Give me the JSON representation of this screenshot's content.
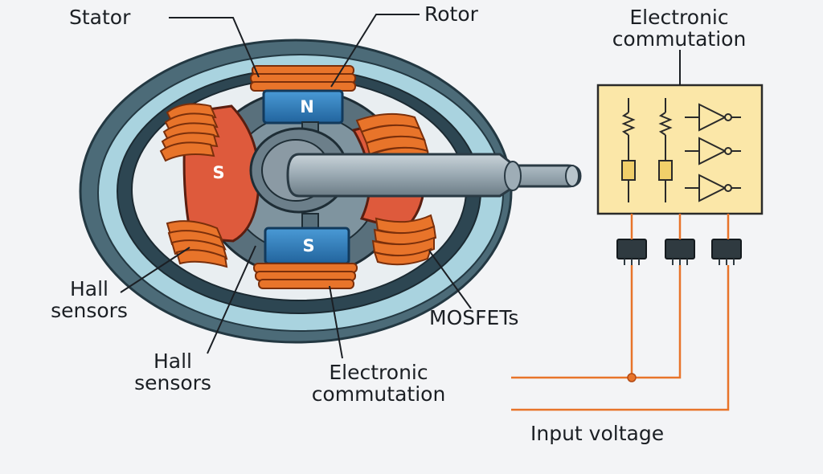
{
  "labels": {
    "stator": "Stator",
    "rotor": "Rotor",
    "electronic_commutation_top_line1": "Electronic",
    "electronic_commutation_top_line2": "commutation",
    "hall_sensors_left_line1": "Hall",
    "hall_sensors_left_line2": "sensors",
    "hall_sensors_bottom_line1": "Hall",
    "hall_sensors_bottom_line2": "sensors",
    "electronic_commutation_bottom_line1": "Electronic",
    "electronic_commutation_bottom_line2": "commutation",
    "mosfets": "MOSFETs",
    "input_voltage": "Input voltage"
  },
  "poles": {
    "top": "N",
    "bottom": "S",
    "left": "S"
  },
  "colors": {
    "background": "#f3f4f6",
    "outer_ring": "#4c6b78",
    "ring_face": "#a9d3df",
    "stator_gray": "#59707c",
    "coil_orange": "#e8742a",
    "coil_stroke": "#b34a14",
    "magnet_red": "#de5a3c",
    "magnet_blue": "#2f7fc1",
    "shaft_gray": "#8b9aa4",
    "controller_fill": "#fbe7a8",
    "wire_orange": "#e8742a",
    "leader_line": "#1b1f24"
  }
}
